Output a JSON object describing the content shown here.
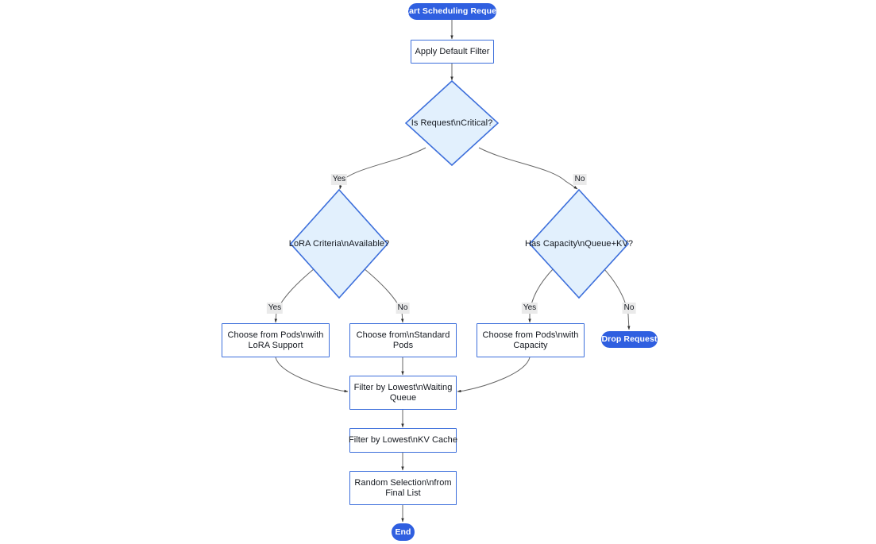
{
  "diagram": {
    "type": "flowchart",
    "title": "",
    "direction": "top-down",
    "colors": {
      "terminal_fill": "#2f5fe0",
      "terminal_text": "#ffffff",
      "process_fill": "#ffffff",
      "process_border": "#3d6fdb",
      "decision_fill": "#e2f0fd",
      "decision_border": "#3d6fdb",
      "edge_stroke": "#666666",
      "arrow_fill": "#333333",
      "edge_label_bg": "#eaeaea",
      "text": "#14181f",
      "background": "#ffffff"
    }
  },
  "nodes": {
    "start": {
      "id": "start",
      "label": "Start Scheduling Request",
      "shape": "stadium"
    },
    "apply_filter": {
      "id": "apply_filter",
      "label": "Apply Default Filter",
      "shape": "rect"
    },
    "is_critical": {
      "id": "is_critical",
      "label": "Is Request\\nCritical?",
      "shape": "diamond"
    },
    "lora_criteria": {
      "id": "lora_criteria",
      "label": "LoRA Criteria\\nAvailable?",
      "shape": "diamond"
    },
    "has_capacity": {
      "id": "has_capacity",
      "label": "Has Capacity\\nQueue+KV?",
      "shape": "diamond"
    },
    "pods_lora": {
      "id": "pods_lora",
      "shape": "rect",
      "lines": [
        "Choose from Pods\\nwith",
        "LoRA Support"
      ]
    },
    "pods_standard": {
      "id": "pods_standard",
      "shape": "rect",
      "lines": [
        "Choose from\\nStandard",
        "Pods"
      ]
    },
    "pods_capacity": {
      "id": "pods_capacity",
      "shape": "rect",
      "lines": [
        "Choose from Pods\\nwith",
        "Capacity"
      ]
    },
    "drop_request": {
      "id": "drop_request",
      "label": "Drop Request",
      "shape": "stadium"
    },
    "filter_queue": {
      "id": "filter_queue",
      "shape": "rect",
      "lines": [
        "Filter by Lowest\\nWaiting",
        "Queue"
      ]
    },
    "filter_kv": {
      "id": "filter_kv",
      "label": "Filter by Lowest\\nKV Cache",
      "shape": "rect"
    },
    "random_selection": {
      "id": "random_selection",
      "shape": "rect",
      "lines": [
        "Random Selection\\nfrom",
        "Final List"
      ]
    },
    "end": {
      "id": "end",
      "label": "End",
      "shape": "stadium"
    }
  },
  "edge_labels": {
    "critical_yes": "Yes",
    "critical_no": "No",
    "lora_yes": "Yes",
    "lora_no": "No",
    "capacity_yes": "Yes",
    "capacity_no": "No"
  },
  "edges": [
    {
      "from": "start",
      "to": "apply_filter",
      "label": ""
    },
    {
      "from": "apply_filter",
      "to": "is_critical",
      "label": ""
    },
    {
      "from": "is_critical",
      "to": "lora_criteria",
      "label": "Yes"
    },
    {
      "from": "is_critical",
      "to": "has_capacity",
      "label": "No"
    },
    {
      "from": "lora_criteria",
      "to": "pods_lora",
      "label": "Yes"
    },
    {
      "from": "lora_criteria",
      "to": "pods_standard",
      "label": "No"
    },
    {
      "from": "has_capacity",
      "to": "pods_capacity",
      "label": "Yes"
    },
    {
      "from": "has_capacity",
      "to": "drop_request",
      "label": "No"
    },
    {
      "from": "pods_lora",
      "to": "filter_queue",
      "label": ""
    },
    {
      "from": "pods_standard",
      "to": "filter_queue",
      "label": ""
    },
    {
      "from": "pods_capacity",
      "to": "filter_queue",
      "label": ""
    },
    {
      "from": "filter_queue",
      "to": "filter_kv",
      "label": ""
    },
    {
      "from": "filter_kv",
      "to": "random_selection",
      "label": ""
    },
    {
      "from": "random_selection",
      "to": "end",
      "label": ""
    }
  ]
}
